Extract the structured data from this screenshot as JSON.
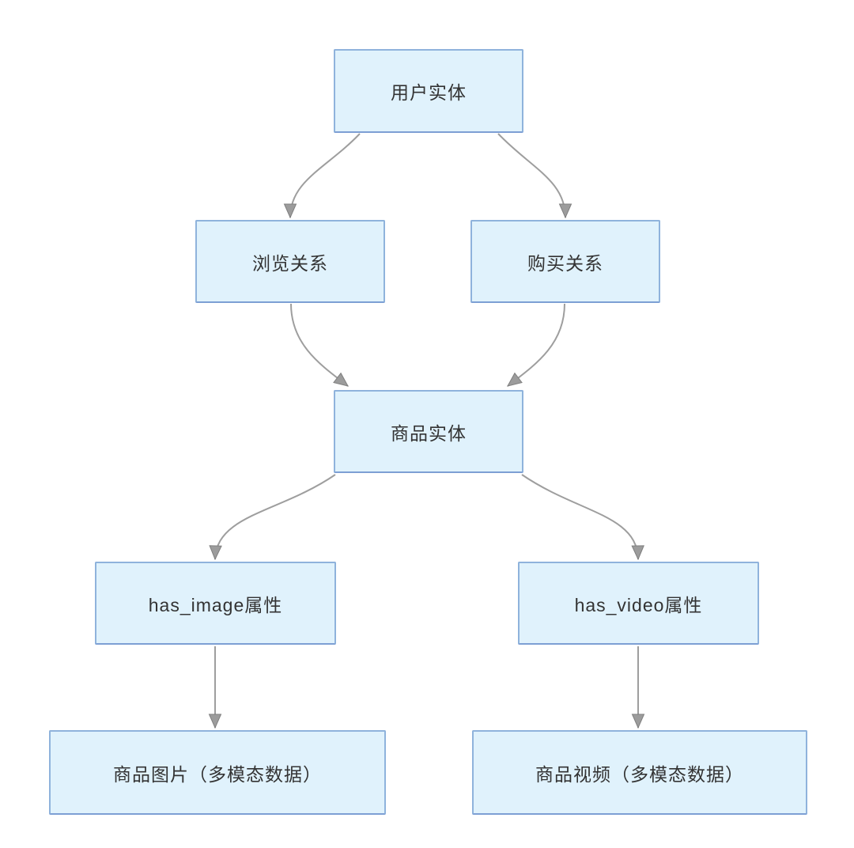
{
  "diagram": {
    "nodes": [
      {
        "id": "user-entity",
        "label": "用户实体"
      },
      {
        "id": "browse-relation",
        "label": "浏览关系"
      },
      {
        "id": "purchase-relation",
        "label": "购买关系"
      },
      {
        "id": "product-entity",
        "label": "商品实体"
      },
      {
        "id": "has-image-attribute",
        "label": "has_image属性"
      },
      {
        "id": "has-video-attribute",
        "label": "has_video属性"
      },
      {
        "id": "product-image-data",
        "label": "商品图片（多模态数据）"
      },
      {
        "id": "product-video-data",
        "label": "商品视频（多模态数据）"
      }
    ],
    "edges": [
      {
        "from": "user-entity",
        "to": "browse-relation"
      },
      {
        "from": "user-entity",
        "to": "purchase-relation"
      },
      {
        "from": "browse-relation",
        "to": "product-entity"
      },
      {
        "from": "purchase-relation",
        "to": "product-entity"
      },
      {
        "from": "product-entity",
        "to": "has-image-attribute"
      },
      {
        "from": "product-entity",
        "to": "has-video-attribute"
      },
      {
        "from": "has-image-attribute",
        "to": "product-image-data"
      },
      {
        "from": "has-video-attribute",
        "to": "product-video-data"
      }
    ],
    "colors": {
      "background": "#ffffff",
      "node_fill": "#e0f2fc",
      "node_border": "#8fb3dc",
      "node_border_bottom": "#7d9fd4",
      "text": "#333333",
      "arrow": "#9e9e9e",
      "arrow_fill": "#9c9c9c",
      "arrow_stroke": "#7f7f7f"
    }
  }
}
